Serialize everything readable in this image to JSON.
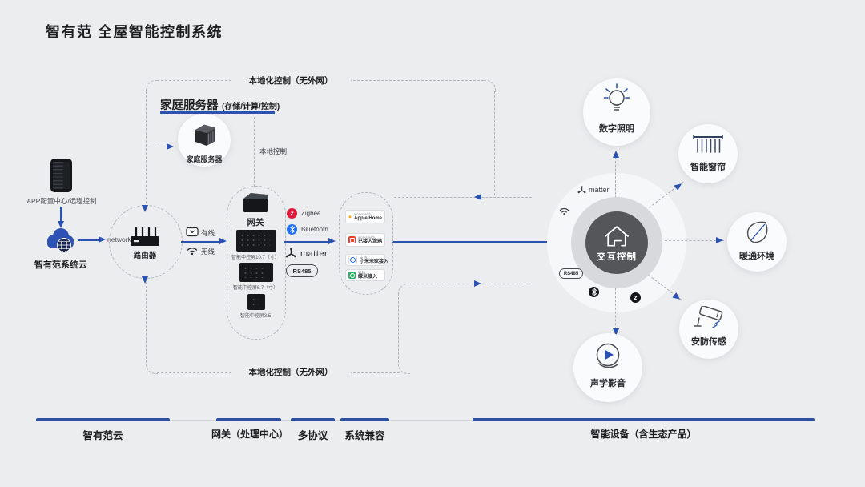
{
  "title": "智有范 全屋智能控制系统",
  "left": {
    "app_label": "APP配置中心/远程控制",
    "cloud_label": "智有范系统云",
    "network_label": "network",
    "router_label": "路由器",
    "wired_label": "有线",
    "wireless_label": "无线"
  },
  "loop": {
    "top_label": "本地化控制（无外网）",
    "bottom_label": "本地化控制（无外网）"
  },
  "server": {
    "heading": "家庭服务器",
    "heading_note": "(存储/计算/控制)",
    "circle_label": "家庭服务器",
    "local_control": "本地控制"
  },
  "gateway": {
    "label": "网关",
    "panels": [
      {
        "label": "智能中控屏10.7（寸）"
      },
      {
        "label": "智能中控屏6.7（寸）"
      },
      {
        "label": "智能中控屏3.5"
      }
    ]
  },
  "protocols": {
    "zigbee": "Zigbee",
    "zigbee_glyph": "z",
    "bluetooth": "Bluetooth",
    "matter": "matter",
    "rs485": "RS485"
  },
  "badges": [
    {
      "line1": "works with",
      "line2": "Apple Home"
    },
    {
      "line1": "works with",
      "line2": "已接入涂鸦"
    },
    {
      "line1": "支持",
      "line2": "小米米家接入"
    },
    {
      "line1": "支持",
      "line2": "绿米接入"
    }
  ],
  "hub": {
    "label": "交互控制",
    "matter_label": "matter",
    "rs485_label": "RS485"
  },
  "satellites": [
    {
      "label": "数字照明"
    },
    {
      "label": "智能窗帘"
    },
    {
      "label": "暖通环境"
    },
    {
      "label": "安防传感"
    },
    {
      "label": "声学影音"
    }
  ],
  "legend": {
    "items": [
      {
        "label": "智有范云"
      },
      {
        "label": "网关（处理中心）"
      },
      {
        "label": "多协议"
      },
      {
        "label": "系统兼容"
      },
      {
        "label": "智能设备（含生态产品）"
      }
    ]
  },
  "colors": {
    "bg": "#ecedef",
    "accent": "#2b52b0",
    "legend_bar": "#2d4f9e",
    "zigbee_red": "#e01b3c",
    "bluetooth_blue": "#2470f4",
    "hub_dark": "#55565a",
    "cloud_blue": "#2d52b3"
  }
}
